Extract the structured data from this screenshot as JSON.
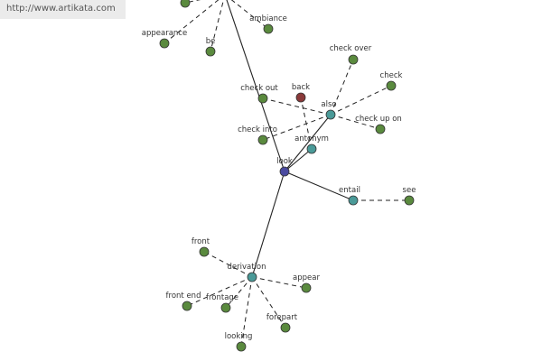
{
  "source_url": "http://www.artikata.com",
  "colors": {
    "word": "#5a8a3e",
    "relation": "#4a9a98",
    "center": "#4a4aa0",
    "back": "#8a3a3a",
    "edge": "#222222"
  },
  "graph": {
    "nodes": [
      {
        "id": "look",
        "label": "look",
        "kind": "center"
      },
      {
        "id": "also",
        "label": "also",
        "kind": "relation"
      },
      {
        "id": "antonym",
        "label": "antonym",
        "kind": "relation"
      },
      {
        "id": "entail",
        "label": "entail",
        "kind": "relation"
      },
      {
        "id": "derivation",
        "label": "derivation",
        "kind": "relation"
      },
      {
        "id": "back",
        "label": "back",
        "kind": "back"
      },
      {
        "id": "check_over",
        "label": "check over",
        "kind": "word"
      },
      {
        "id": "check",
        "label": "check",
        "kind": "word"
      },
      {
        "id": "check_out",
        "label": "check out",
        "kind": "word"
      },
      {
        "id": "check_up_on",
        "label": "check up on",
        "kind": "word"
      },
      {
        "id": "check_into",
        "label": "check into",
        "kind": "word"
      },
      {
        "id": "see",
        "label": "see",
        "kind": "word"
      },
      {
        "id": "front",
        "label": "front",
        "kind": "word"
      },
      {
        "id": "appear",
        "label": "appear",
        "kind": "word"
      },
      {
        "id": "front_end",
        "label": "front end",
        "kind": "word"
      },
      {
        "id": "frontage",
        "label": "frontage",
        "kind": "word"
      },
      {
        "id": "forepart",
        "label": "forepart",
        "kind": "word"
      },
      {
        "id": "looking",
        "label": "looking",
        "kind": "word"
      },
      {
        "id": "appearance",
        "label": "appearance",
        "kind": "word"
      },
      {
        "id": "be",
        "label": "be",
        "kind": "word"
      },
      {
        "id": "ambiance",
        "label": "ambiance",
        "kind": "word"
      },
      {
        "id": "top_word",
        "label": "",
        "kind": "word"
      },
      {
        "id": "top_hub",
        "label": "",
        "kind": "hub"
      }
    ],
    "edges": [
      {
        "from": "top_hub",
        "to": "look",
        "style": "solid"
      },
      {
        "from": "look",
        "to": "also",
        "style": "solid"
      },
      {
        "from": "look",
        "to": "antonym",
        "style": "solid"
      },
      {
        "from": "look",
        "to": "entail",
        "style": "solid"
      },
      {
        "from": "look",
        "to": "derivation",
        "style": "solid"
      },
      {
        "from": "also",
        "to": "check_over",
        "style": "dashed"
      },
      {
        "from": "also",
        "to": "check",
        "style": "dashed"
      },
      {
        "from": "also",
        "to": "check_out",
        "style": "dashed"
      },
      {
        "from": "also",
        "to": "check_up_on",
        "style": "dashed"
      },
      {
        "from": "also",
        "to": "check_into",
        "style": "dashed"
      },
      {
        "from": "antonym",
        "to": "back",
        "style": "dashed"
      },
      {
        "from": "entail",
        "to": "see",
        "style": "dashed"
      },
      {
        "from": "derivation",
        "to": "front",
        "style": "dashed"
      },
      {
        "from": "derivation",
        "to": "appear",
        "style": "dashed"
      },
      {
        "from": "derivation",
        "to": "front_end",
        "style": "dashed"
      },
      {
        "from": "derivation",
        "to": "frontage",
        "style": "dashed"
      },
      {
        "from": "derivation",
        "to": "forepart",
        "style": "dashed"
      },
      {
        "from": "derivation",
        "to": "looking",
        "style": "dashed"
      },
      {
        "from": "top_hub",
        "to": "appearance",
        "style": "dashed"
      },
      {
        "from": "top_hub",
        "to": "be",
        "style": "dashed"
      },
      {
        "from": "top_hub",
        "to": "ambiance",
        "style": "dashed"
      },
      {
        "from": "top_hub",
        "to": "top_word",
        "style": "dashed"
      }
    ]
  }
}
